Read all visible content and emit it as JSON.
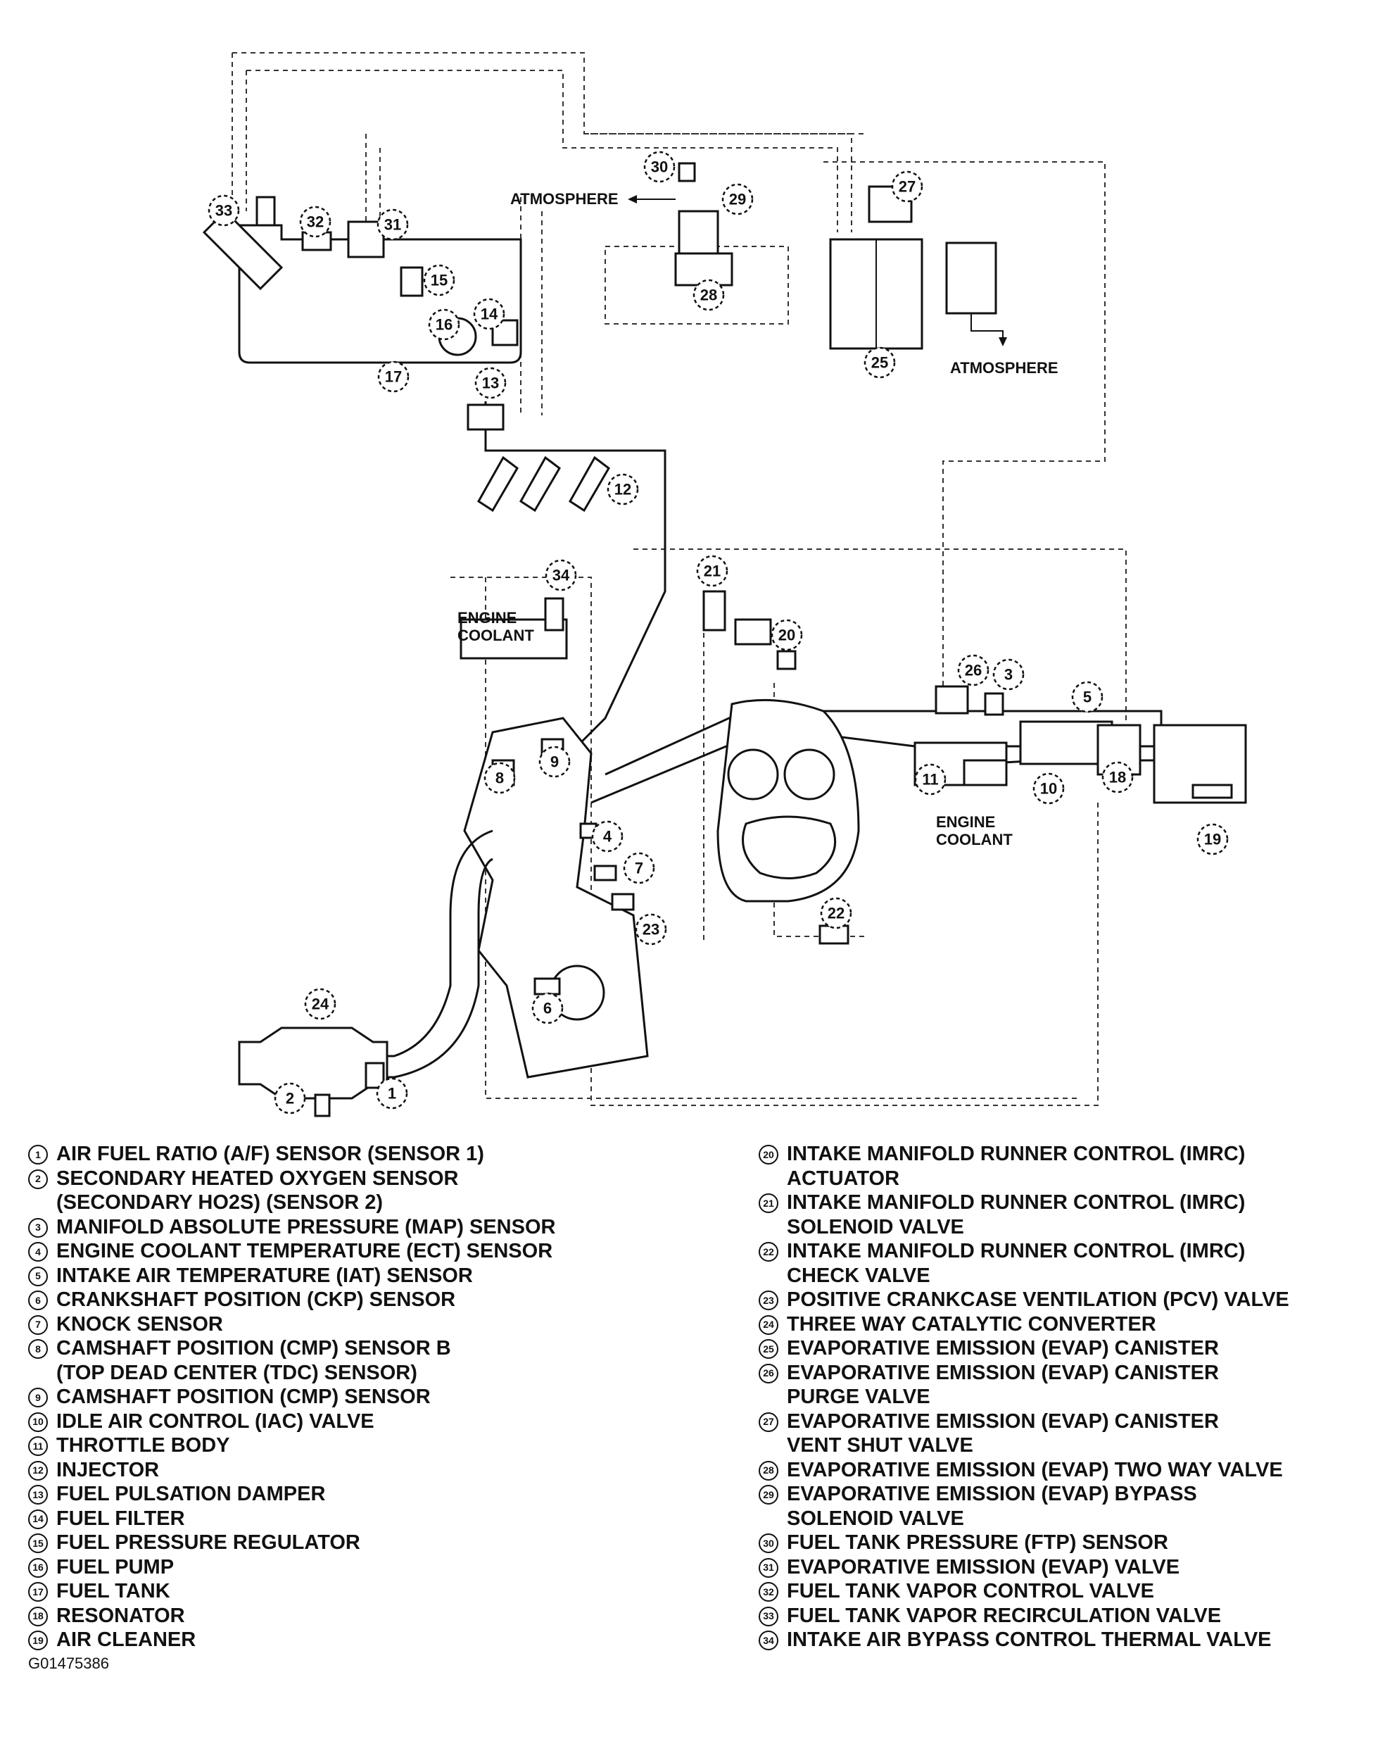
{
  "diagram": {
    "labels": {
      "atmosphere_1": "ATMOSPHERE",
      "atmosphere_2": "ATMOSPHERE",
      "engine_coolant_1": "ENGINE\nCOOLANT",
      "engine_coolant_2": "ENGINE\nCOOLANT"
    },
    "callouts": [
      "1",
      "2",
      "3",
      "4",
      "5",
      "6",
      "7",
      "8",
      "9",
      "10",
      "11",
      "12",
      "13",
      "14",
      "15",
      "16",
      "17",
      "18",
      "19",
      "20",
      "21",
      "22",
      "23",
      "24",
      "25",
      "26",
      "27",
      "28",
      "29",
      "30",
      "31",
      "32",
      "33",
      "34"
    ]
  },
  "legend": {
    "left": [
      {
        "num": "1",
        "text": "AIR FUEL RATIO (A/F) SENSOR (SENSOR 1)"
      },
      {
        "num": "2",
        "text": "SECONDARY HEATED OXYGEN SENSOR\n(SECONDARY HO2S) (SENSOR 2)"
      },
      {
        "num": "3",
        "text": "MANIFOLD ABSOLUTE PRESSURE (MAP) SENSOR"
      },
      {
        "num": "4",
        "text": "ENGINE COOLANT TEMPERATURE (ECT) SENSOR"
      },
      {
        "num": "5",
        "text": "INTAKE AIR TEMPERATURE (IAT) SENSOR"
      },
      {
        "num": "6",
        "text": "CRANKSHAFT POSITION (CKP) SENSOR"
      },
      {
        "num": "7",
        "text": "KNOCK SENSOR"
      },
      {
        "num": "8",
        "text": "CAMSHAFT POSITION (CMP) SENSOR B\n(TOP DEAD CENTER (TDC) SENSOR)"
      },
      {
        "num": "9",
        "text": "CAMSHAFT POSITION (CMP) SENSOR"
      },
      {
        "num": "10",
        "text": "IDLE AIR CONTROL (IAC) VALVE"
      },
      {
        "num": "11",
        "text": "THROTTLE BODY"
      },
      {
        "num": "12",
        "text": "INJECTOR"
      },
      {
        "num": "13",
        "text": "FUEL PULSATION DAMPER"
      },
      {
        "num": "14",
        "text": "FUEL FILTER"
      },
      {
        "num": "15",
        "text": "FUEL PRESSURE REGULATOR"
      },
      {
        "num": "16",
        "text": "FUEL PUMP"
      },
      {
        "num": "17",
        "text": "FUEL TANK"
      },
      {
        "num": "18",
        "text": "RESONATOR"
      },
      {
        "num": "19",
        "text": "AIR CLEANER"
      }
    ],
    "right": [
      {
        "num": "20",
        "text": "INTAKE MANIFOLD RUNNER CONTROL (IMRC)\nACTUATOR"
      },
      {
        "num": "21",
        "text": "INTAKE MANIFOLD RUNNER CONTROL (IMRC)\nSOLENOID VALVE"
      },
      {
        "num": "22",
        "text": "INTAKE MANIFOLD RUNNER CONTROL (IMRC)\nCHECK VALVE"
      },
      {
        "num": "23",
        "text": "POSITIVE CRANKCASE VENTILATION (PCV) VALVE"
      },
      {
        "num": "24",
        "text": "THREE WAY CATALYTIC CONVERTER"
      },
      {
        "num": "25",
        "text": "EVAPORATIVE EMISSION (EVAP) CANISTER"
      },
      {
        "num": "26",
        "text": "EVAPORATIVE EMISSION (EVAP) CANISTER\nPURGE VALVE"
      },
      {
        "num": "27",
        "text": "EVAPORATIVE EMISSION (EVAP) CANISTER\nVENT SHUT VALVE"
      },
      {
        "num": "28",
        "text": "EVAPORATIVE EMISSION (EVAP) TWO WAY VALVE"
      },
      {
        "num": "29",
        "text": "EVAPORATIVE EMISSION (EVAP) BYPASS\nSOLENOID VALVE"
      },
      {
        "num": "30",
        "text": "FUEL TANK PRESSURE (FTP) SENSOR"
      },
      {
        "num": "31",
        "text": "EVAPORATIVE EMISSION (EVAP) VALVE"
      },
      {
        "num": "32",
        "text": "FUEL TANK VAPOR CONTROL VALVE"
      },
      {
        "num": "33",
        "text": "FUEL TANK VAPOR RECIRCULATION VALVE"
      },
      {
        "num": "34",
        "text": "INTAKE AIR BYPASS CONTROL THERMAL VALVE"
      }
    ]
  },
  "footer": {
    "figure_id": "G01475386"
  }
}
